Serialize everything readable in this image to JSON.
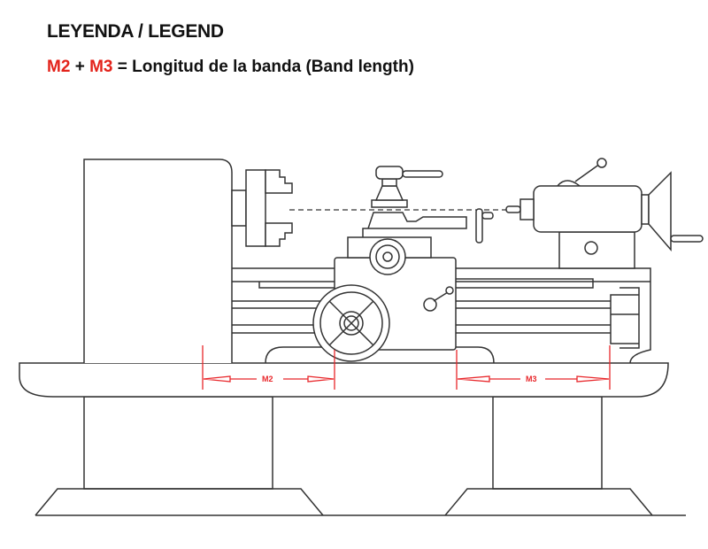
{
  "title": "LEYENDA / LEGEND",
  "legend": {
    "m2": "M2",
    "plus": "+",
    "m3": "M3",
    "description": "= Longitud de la banda (Band length)"
  },
  "diagram": {
    "subject": "lathe",
    "dim_m2_label": "M2",
    "dim_m3_label": "M3",
    "accent_color": "#e3231b"
  }
}
